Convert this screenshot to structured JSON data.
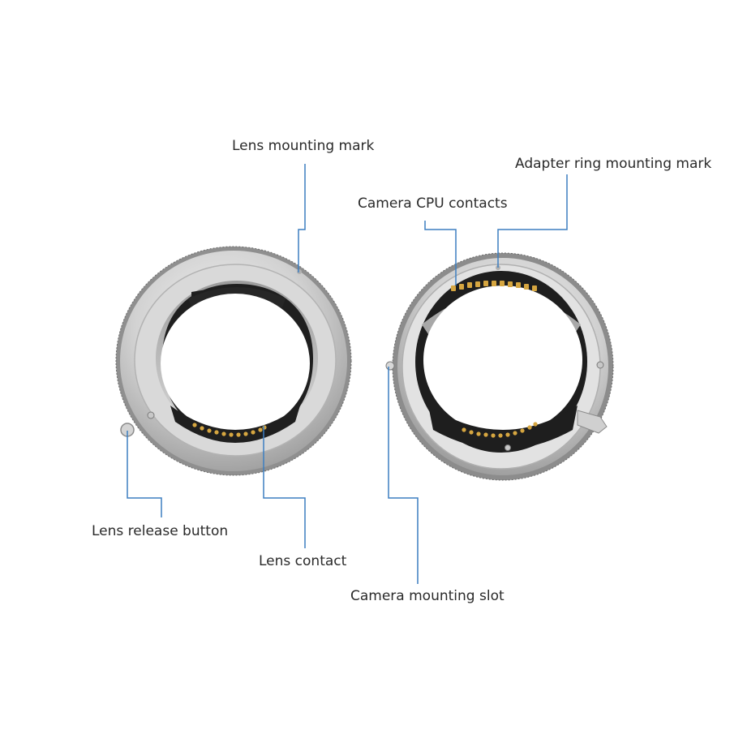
{
  "colors": {
    "leader": "#3d7fc1",
    "silver_light": "#e6e6e6",
    "silver_mid": "#bdbdbd",
    "silver_dark": "#8e8e8e",
    "plastic": "#1e1e1e",
    "contact_gold": "#d6a640"
  },
  "labels": {
    "lens_mounting_mark": "Lens mounting mark",
    "adapter_ring_mounting_mark": "Adapter ring mounting mark",
    "camera_cpu_contacts": "Camera CPU contacts",
    "lens_release_button": "Lens release button",
    "lens_contact": "Lens contact",
    "camera_mounting_slot": "Camera mounting slot"
  }
}
